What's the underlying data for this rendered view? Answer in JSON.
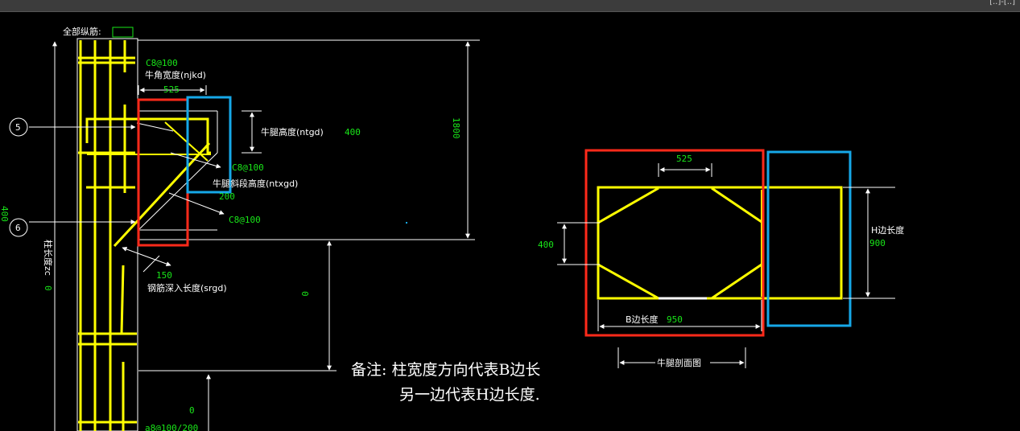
{
  "top_bar": {
    "tail_text": "[..]-[..]"
  },
  "elevation": {
    "all_longitudinal_label": "全部纵筋:",
    "stirrup_top": "C8@100",
    "corner_width_label": "牛角宽度(njkd)",
    "corner_width_value": "525",
    "corbel_height_label": "牛腿高度(ntgd)",
    "corbel_height_value": "400",
    "total_height_value": "1800",
    "stirrup_mid": "C8@100",
    "sloped_height_label": "牛腿斜段高度(ntxgd)",
    "sloped_height_value": "200",
    "stirrup_low": "C8@100",
    "left_dim_value": "400",
    "column_length_label": "柱长度zc",
    "column_length_value": "0",
    "embed_value": "150",
    "embed_label": "钢筋深入长度(srgd)",
    "lower_dim_value": "0",
    "bottom_dim_value": "0",
    "bottom_stirrup": "a8@100/200",
    "circle_5": "5",
    "circle_6": "6"
  },
  "note": {
    "line1": "备注: 柱宽度方向代表B边长",
    "line2": "另一边代表H边长度."
  },
  "section": {
    "top_dim_value": "525",
    "left_dim_value": "400",
    "h_label": "H边长度",
    "h_value": "900",
    "b_label": "B边长度",
    "b_value": "950",
    "title": "牛腿剖面图"
  },
  "colors": {
    "background": "#000000",
    "rebar": "#ffff00",
    "dimension": "#ffffff",
    "value": "#19e619",
    "highlight_red": "#ff2a1a",
    "highlight_blue": "#16a8e8"
  }
}
